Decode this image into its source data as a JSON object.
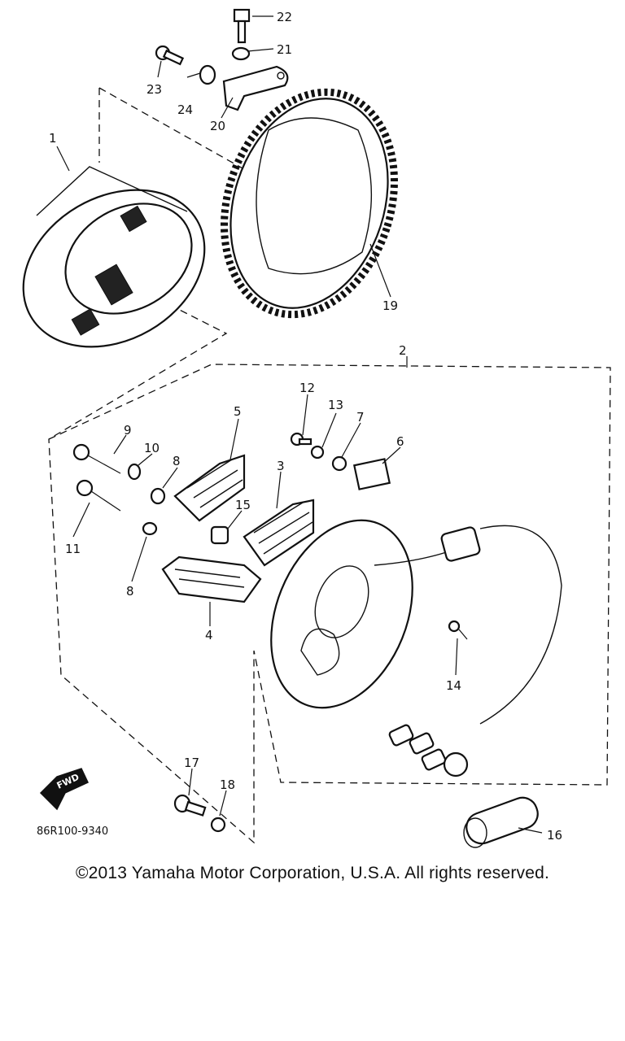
{
  "diagram": {
    "callouts": [
      "1",
      "2",
      "3",
      "4",
      "5",
      "6",
      "7",
      "8",
      "8",
      "9",
      "10",
      "11",
      "12",
      "13",
      "14",
      "15",
      "16",
      "17",
      "18",
      "19",
      "20",
      "21",
      "22",
      "23",
      "24"
    ],
    "fwd_label": "FWD",
    "drawing_code": "86R100-9340"
  },
  "footer": {
    "copyright": "©2013 Yamaha Motor Corporation, U.S.A. All rights reserved."
  }
}
